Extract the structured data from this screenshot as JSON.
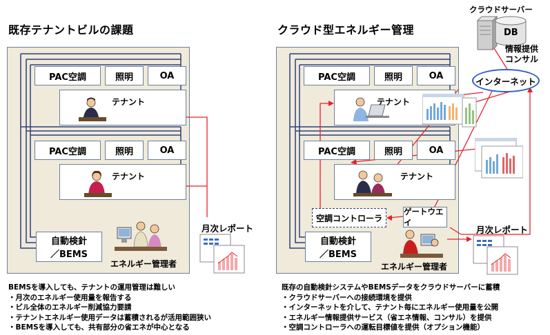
{
  "left": {
    "title": "既存テナントビルの課題",
    "floor1": {
      "units": [
        "PAC空調",
        "照明",
        "OA"
      ],
      "tenant": "テナント"
    },
    "floor2": {
      "units": [
        "PAC空調",
        "照明",
        "OA"
      ],
      "tenant": "テナント"
    },
    "meter": {
      "line1": "自動検針",
      "line2": "／BEMS"
    },
    "manager": "エネルギー管理者",
    "report": "月次レポート",
    "notes": [
      "BEMSを導入しても、テナントの運用管理は難しい",
      "・月次のエネルギー使用量を報告する",
      "・ビル全体のエネルギー削減協力要請",
      "・テナントエネルギー使用データは蓄積されるが活用範囲狭い",
      "・BEMSを導入しても、共有部分の省エネが中心となる"
    ]
  },
  "right": {
    "title": "クラウド型エネルギー管理",
    "floor1": {
      "units": [
        "PAC空調",
        "照明",
        "OA"
      ],
      "tenant": "テナント"
    },
    "floor2": {
      "units": [
        "PAC空調",
        "照明",
        "OA"
      ],
      "tenant": "テナント"
    },
    "controller": "空調コントローラ",
    "gateway": "ゲートウエイ",
    "meter": {
      "line1": "自動検針",
      "line2": "／BEMS"
    },
    "manager": "エネルギー管理者",
    "report": "月次レポート",
    "cloud_server": "クラウドサーバー",
    "db": "DB",
    "info_consult": {
      "line1": "情報提供",
      "line2": "コンサル"
    },
    "internet": "インターネット",
    "notes": [
      "既存の自動検針システムやBEMSデータをクラウドサーバーに蓄積",
      "・クラウドサーバーへの接続環境を提供",
      "・インターネットを介して、テナント毎にエネルギー使用量を公開",
      "・エネルギー情報提供サービス（省エネ情報、コンサル）を提供",
      "・空調コントローラへの運転目標値を提供（オプション機能）"
    ]
  },
  "colors": {
    "arrow": "#e8202a",
    "pipe": "#2b3f7a",
    "building": "#f0eadb",
    "border": "#6b7f98"
  }
}
